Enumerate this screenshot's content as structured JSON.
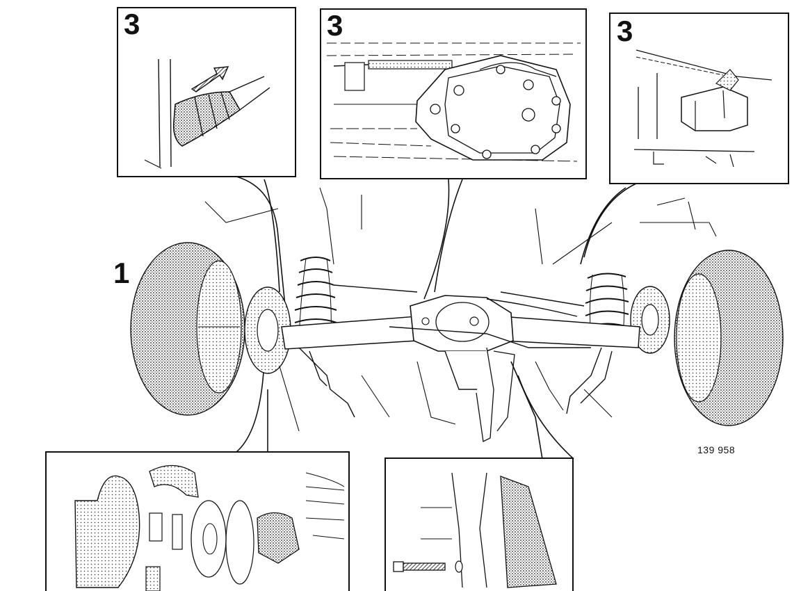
{
  "figure": {
    "callouts": [
      "3",
      "3",
      "3"
    ],
    "main_label": "1",
    "reference_number": "139 958"
  }
}
